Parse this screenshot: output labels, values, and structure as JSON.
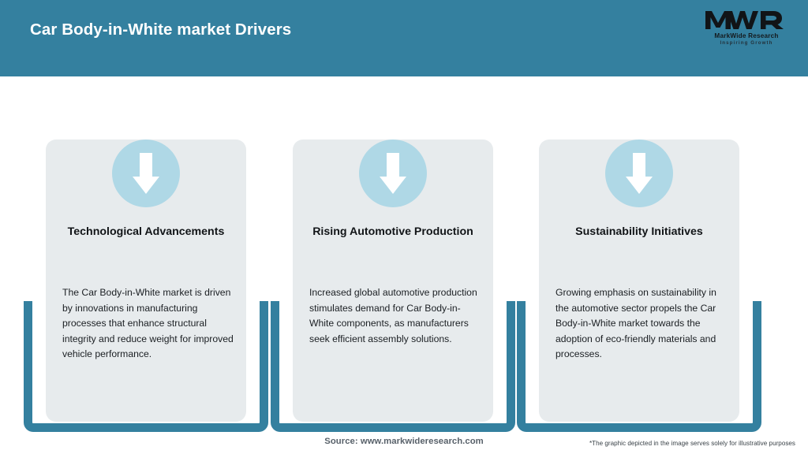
{
  "header": {
    "title": "Car Body-in-White market Drivers",
    "background_color": "#34809F",
    "title_color": "#FFFFFF"
  },
  "logo": {
    "mark": "MWR",
    "name": "MarkWide Research",
    "tagline": "Inspiring Growth"
  },
  "theme": {
    "accent_teal": "#34809F",
    "card_background": "#E7EBED",
    "badge_circle": "#AFD8E6",
    "arrow_color": "#FFFFFF",
    "page_background": "#FFFFFF",
    "title_text": "#111417",
    "body_text": "#1B1F23"
  },
  "cards": [
    {
      "icon": "down-arrow-icon",
      "title": "Technological Advancements",
      "body": "The Car Body-in-White market is driven by innovations in manufacturing processes that enhance structural integrity and reduce weight for improved vehicle performance."
    },
    {
      "icon": "down-arrow-icon",
      "title": "Rising Automotive Production",
      "body": "Increased global automotive production stimulates demand for Car Body-in-White components, as manufacturers seek efficient assembly solutions."
    },
    {
      "icon": "down-arrow-icon",
      "title": "Sustainability Initiatives",
      "body": "Growing emphasis on sustainability in the automotive sector propels the Car Body-in-White market towards the adoption of eco-friendly materials and processes."
    }
  ],
  "footer": {
    "source": "Source: www.markwideresearch.com",
    "disclaimer": "*The graphic depicted in the image serves solely for illustrative purposes"
  }
}
